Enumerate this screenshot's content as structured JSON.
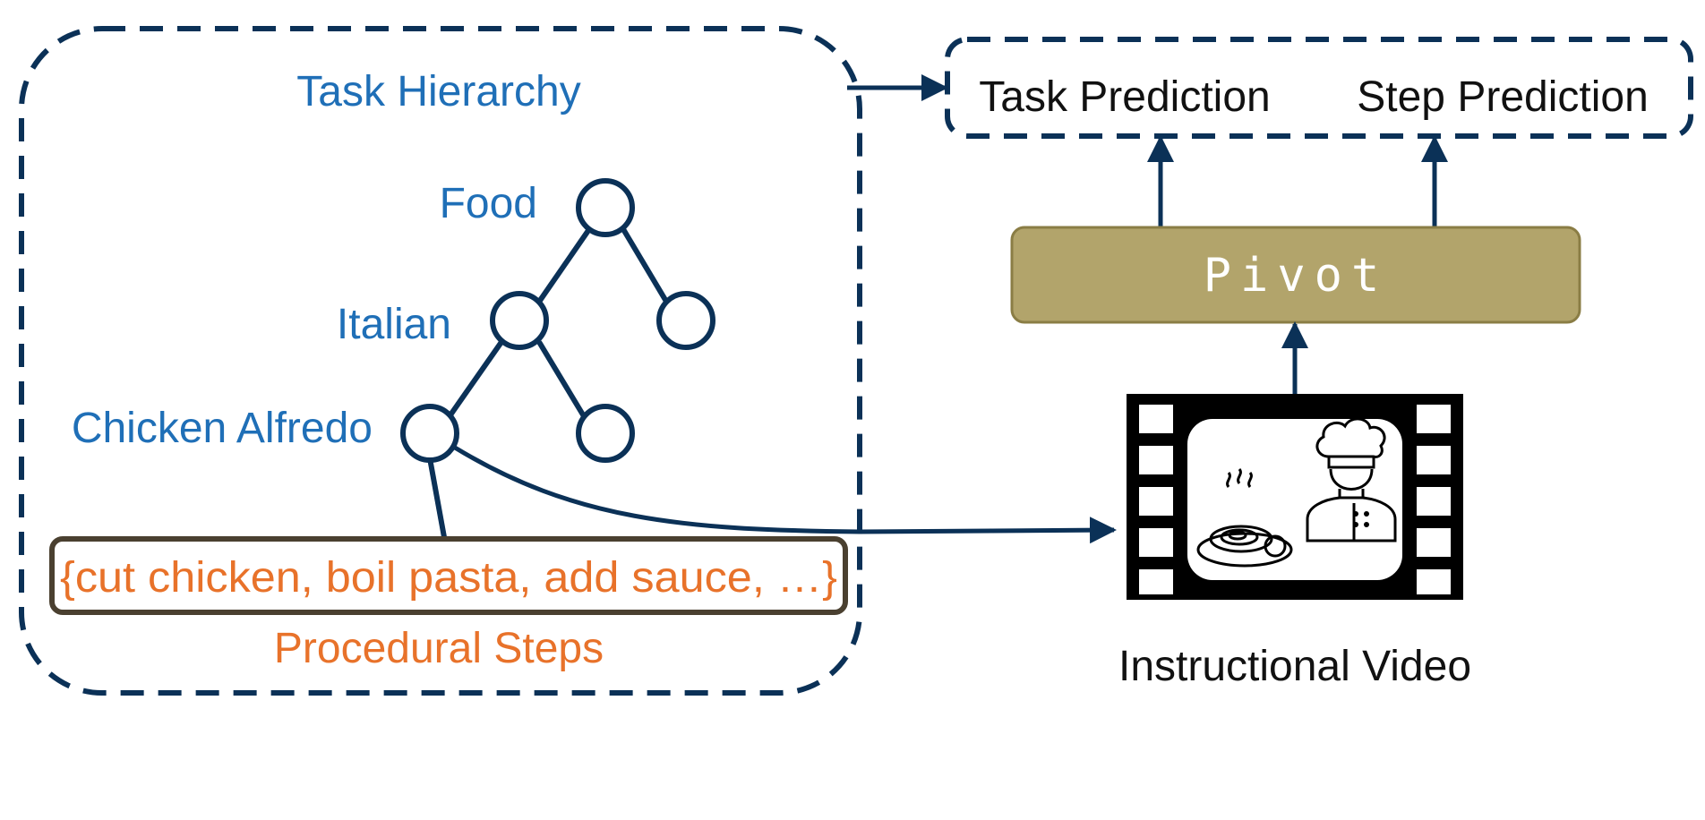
{
  "hierarchy": {
    "title": "Task Hierarchy",
    "levels": [
      "Food",
      "Italian",
      "Chicken Alfredo"
    ]
  },
  "steps": {
    "text": "{cut chicken, boil pasta, add sauce, …}",
    "caption": "Procedural Steps"
  },
  "predictions": {
    "task": "Task Prediction",
    "step": "Step Prediction"
  },
  "model": {
    "name": "Pivot"
  },
  "video": {
    "caption": "Instructional Video"
  },
  "colors": {
    "navy": "#0b3157",
    "blue_text": "#1f6fb7",
    "orange_text": "#e8722a",
    "pivot_fill": "#b2a46b",
    "pivot_border": "#8a7d45",
    "steps_border": "#4a4030"
  },
  "icons": [
    "film-strip-icon",
    "chef-icon",
    "pasta-plate-icon"
  ]
}
